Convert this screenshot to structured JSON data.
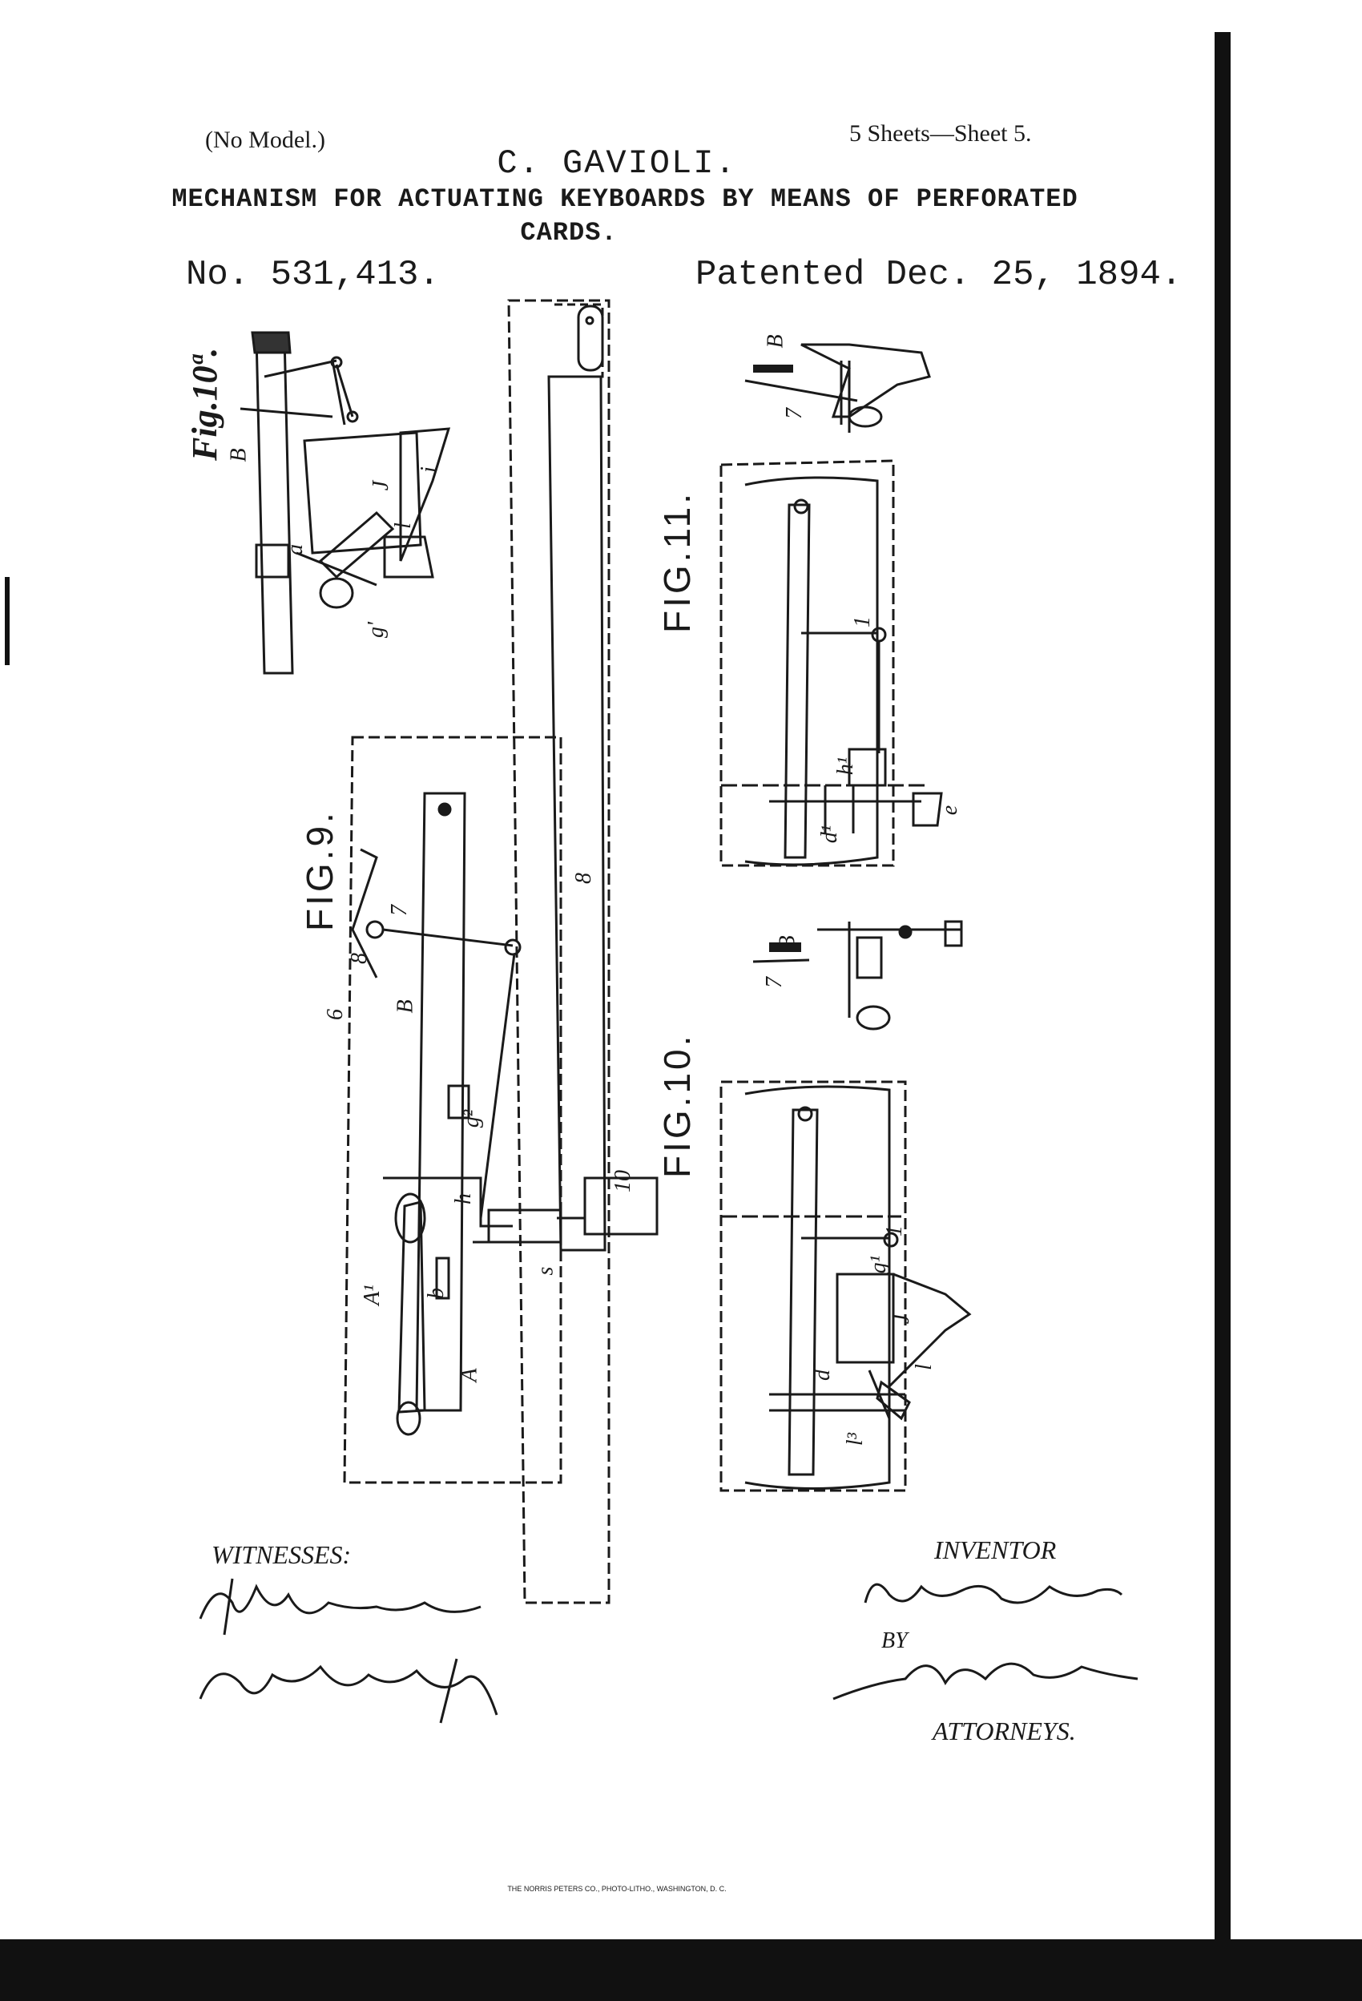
{
  "header": {
    "no_model": "(No Model.)",
    "inventor_name": "C. GAVIOLI.",
    "sheets": "5 Sheets—Sheet 5.",
    "title_line1": "MECHANISM FOR ACTUATING KEYBOARDS BY MEANS OF PERFORATED",
    "title_line2": "CARDS.",
    "patent_number": "No. 531,413.",
    "patent_date": "Patented Dec. 25, 1894."
  },
  "figures": {
    "fig10a": "Fig.10ª.",
    "fig9": "FIG.9.",
    "fig11": "FIG.11.",
    "fig10": "FIG.10."
  },
  "labels": {
    "fig10a_B": "B",
    "fig10a_a": "a",
    "fig10a_i": "i",
    "fig10a_J": "J",
    "fig10a_l": "l",
    "fig10a_g": "g'",
    "fig9_6": "6",
    "fig9_8": "8",
    "fig9_7": "7",
    "fig9_B": "B",
    "fig9_g2": "g²",
    "fig9_h": "h",
    "fig9_A1": "A¹",
    "fig9_b": "b",
    "fig9_A": "A",
    "fig9_s": "s",
    "fig9_10": "10",
    "fig9_8b": "8",
    "fig11_B": "B",
    "fig11_7": "7",
    "fig11_h1": "h¹",
    "fig11_d1": "d¹",
    "fig11_e": "e",
    "fig11_1": "1",
    "fig10_B": "B",
    "fig10_7": "7",
    "fig10_d": "d",
    "fig10_l": "l",
    "fig10_g1": "g¹",
    "fig10_J": "J",
    "fig10_1": "1",
    "fig10_l3": "l³"
  },
  "signatures": {
    "witnesses_label": "WITNESSES:",
    "inventor_label": "INVENTOR",
    "by_label": "BY",
    "attorneys_label": "ATTORNEYS."
  },
  "footer": {
    "printer": "THE NORRIS PETERS CO., PHOTO-LITHO., WASHINGTON, D. C."
  }
}
